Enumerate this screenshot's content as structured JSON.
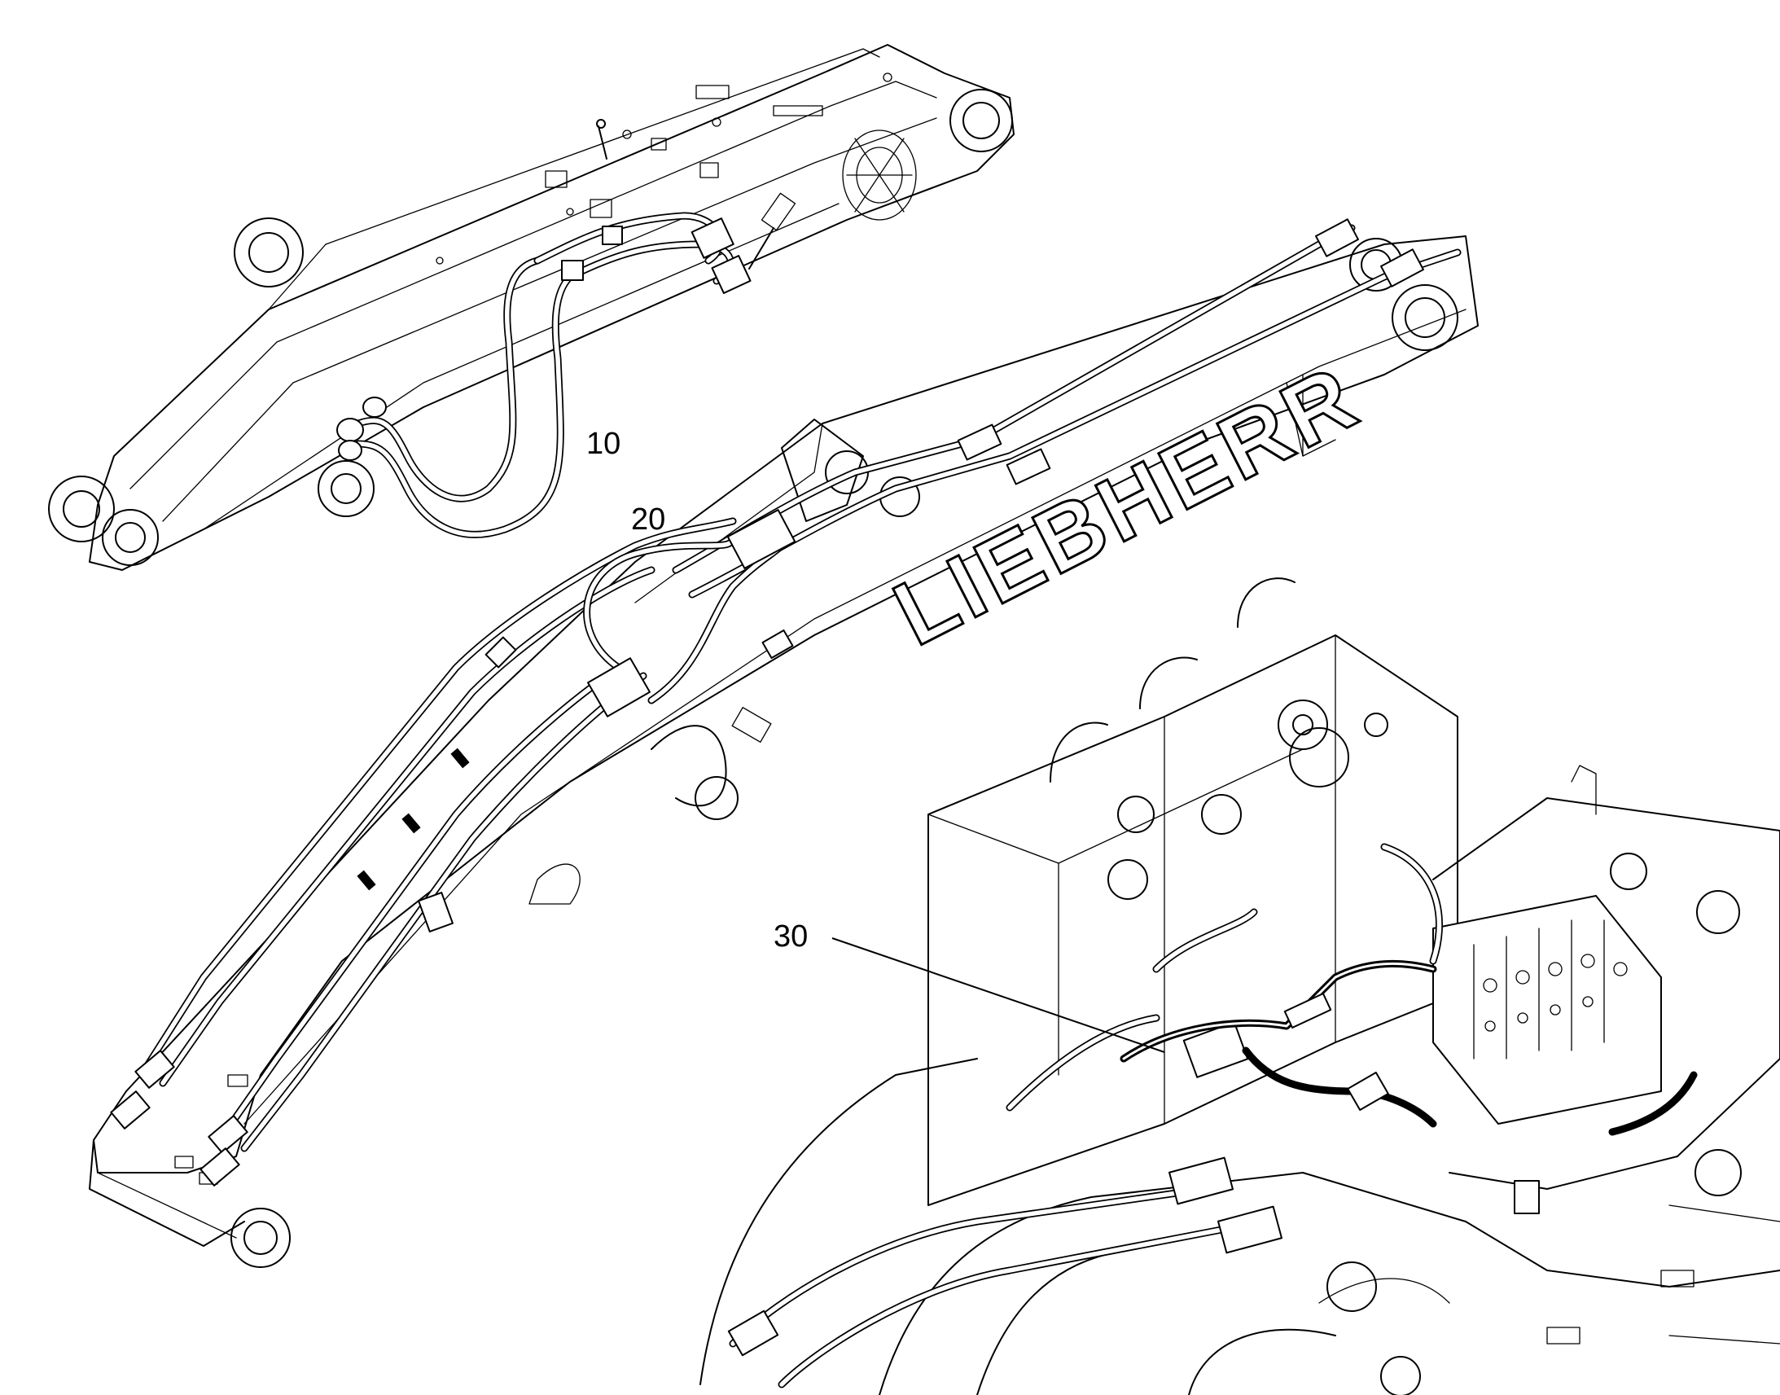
{
  "callouts": [
    {
      "id": "10",
      "label": "10"
    },
    {
      "id": "20",
      "label": "20"
    },
    {
      "id": "30",
      "label": "30"
    }
  ],
  "boom_branding": "LIEBHERR",
  "colors": {
    "line": "#000000",
    "background": "#ffffff"
  }
}
